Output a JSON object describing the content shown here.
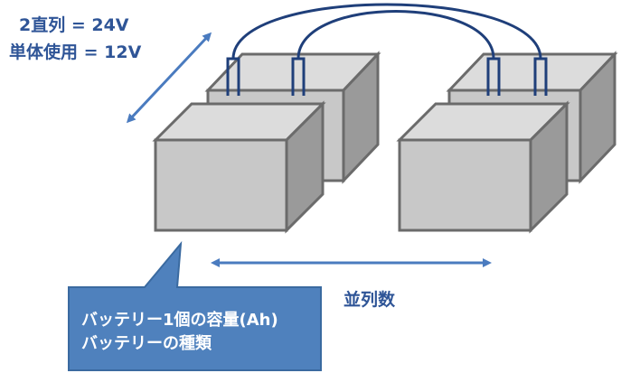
{
  "voltage": {
    "series_label": "2直列 = 24V",
    "single_label": "単体使用 = 12V"
  },
  "parallel": {
    "label": "並列数"
  },
  "callout": {
    "line1": "バッテリー1個の容量(Ah)",
    "line2": "バッテリーの種類"
  },
  "colors": {
    "cable": "#1f3f7a",
    "arrow": "#4a7bbf",
    "label_text": "#2f5597",
    "callout_fill": "#4f81bd",
    "callout_stroke": "#3a6aa0",
    "box_front": "#c8c8c8",
    "box_top": "#dcdcdc",
    "box_side": "#9a9a9a",
    "box_stroke": "#6b6b6b"
  }
}
